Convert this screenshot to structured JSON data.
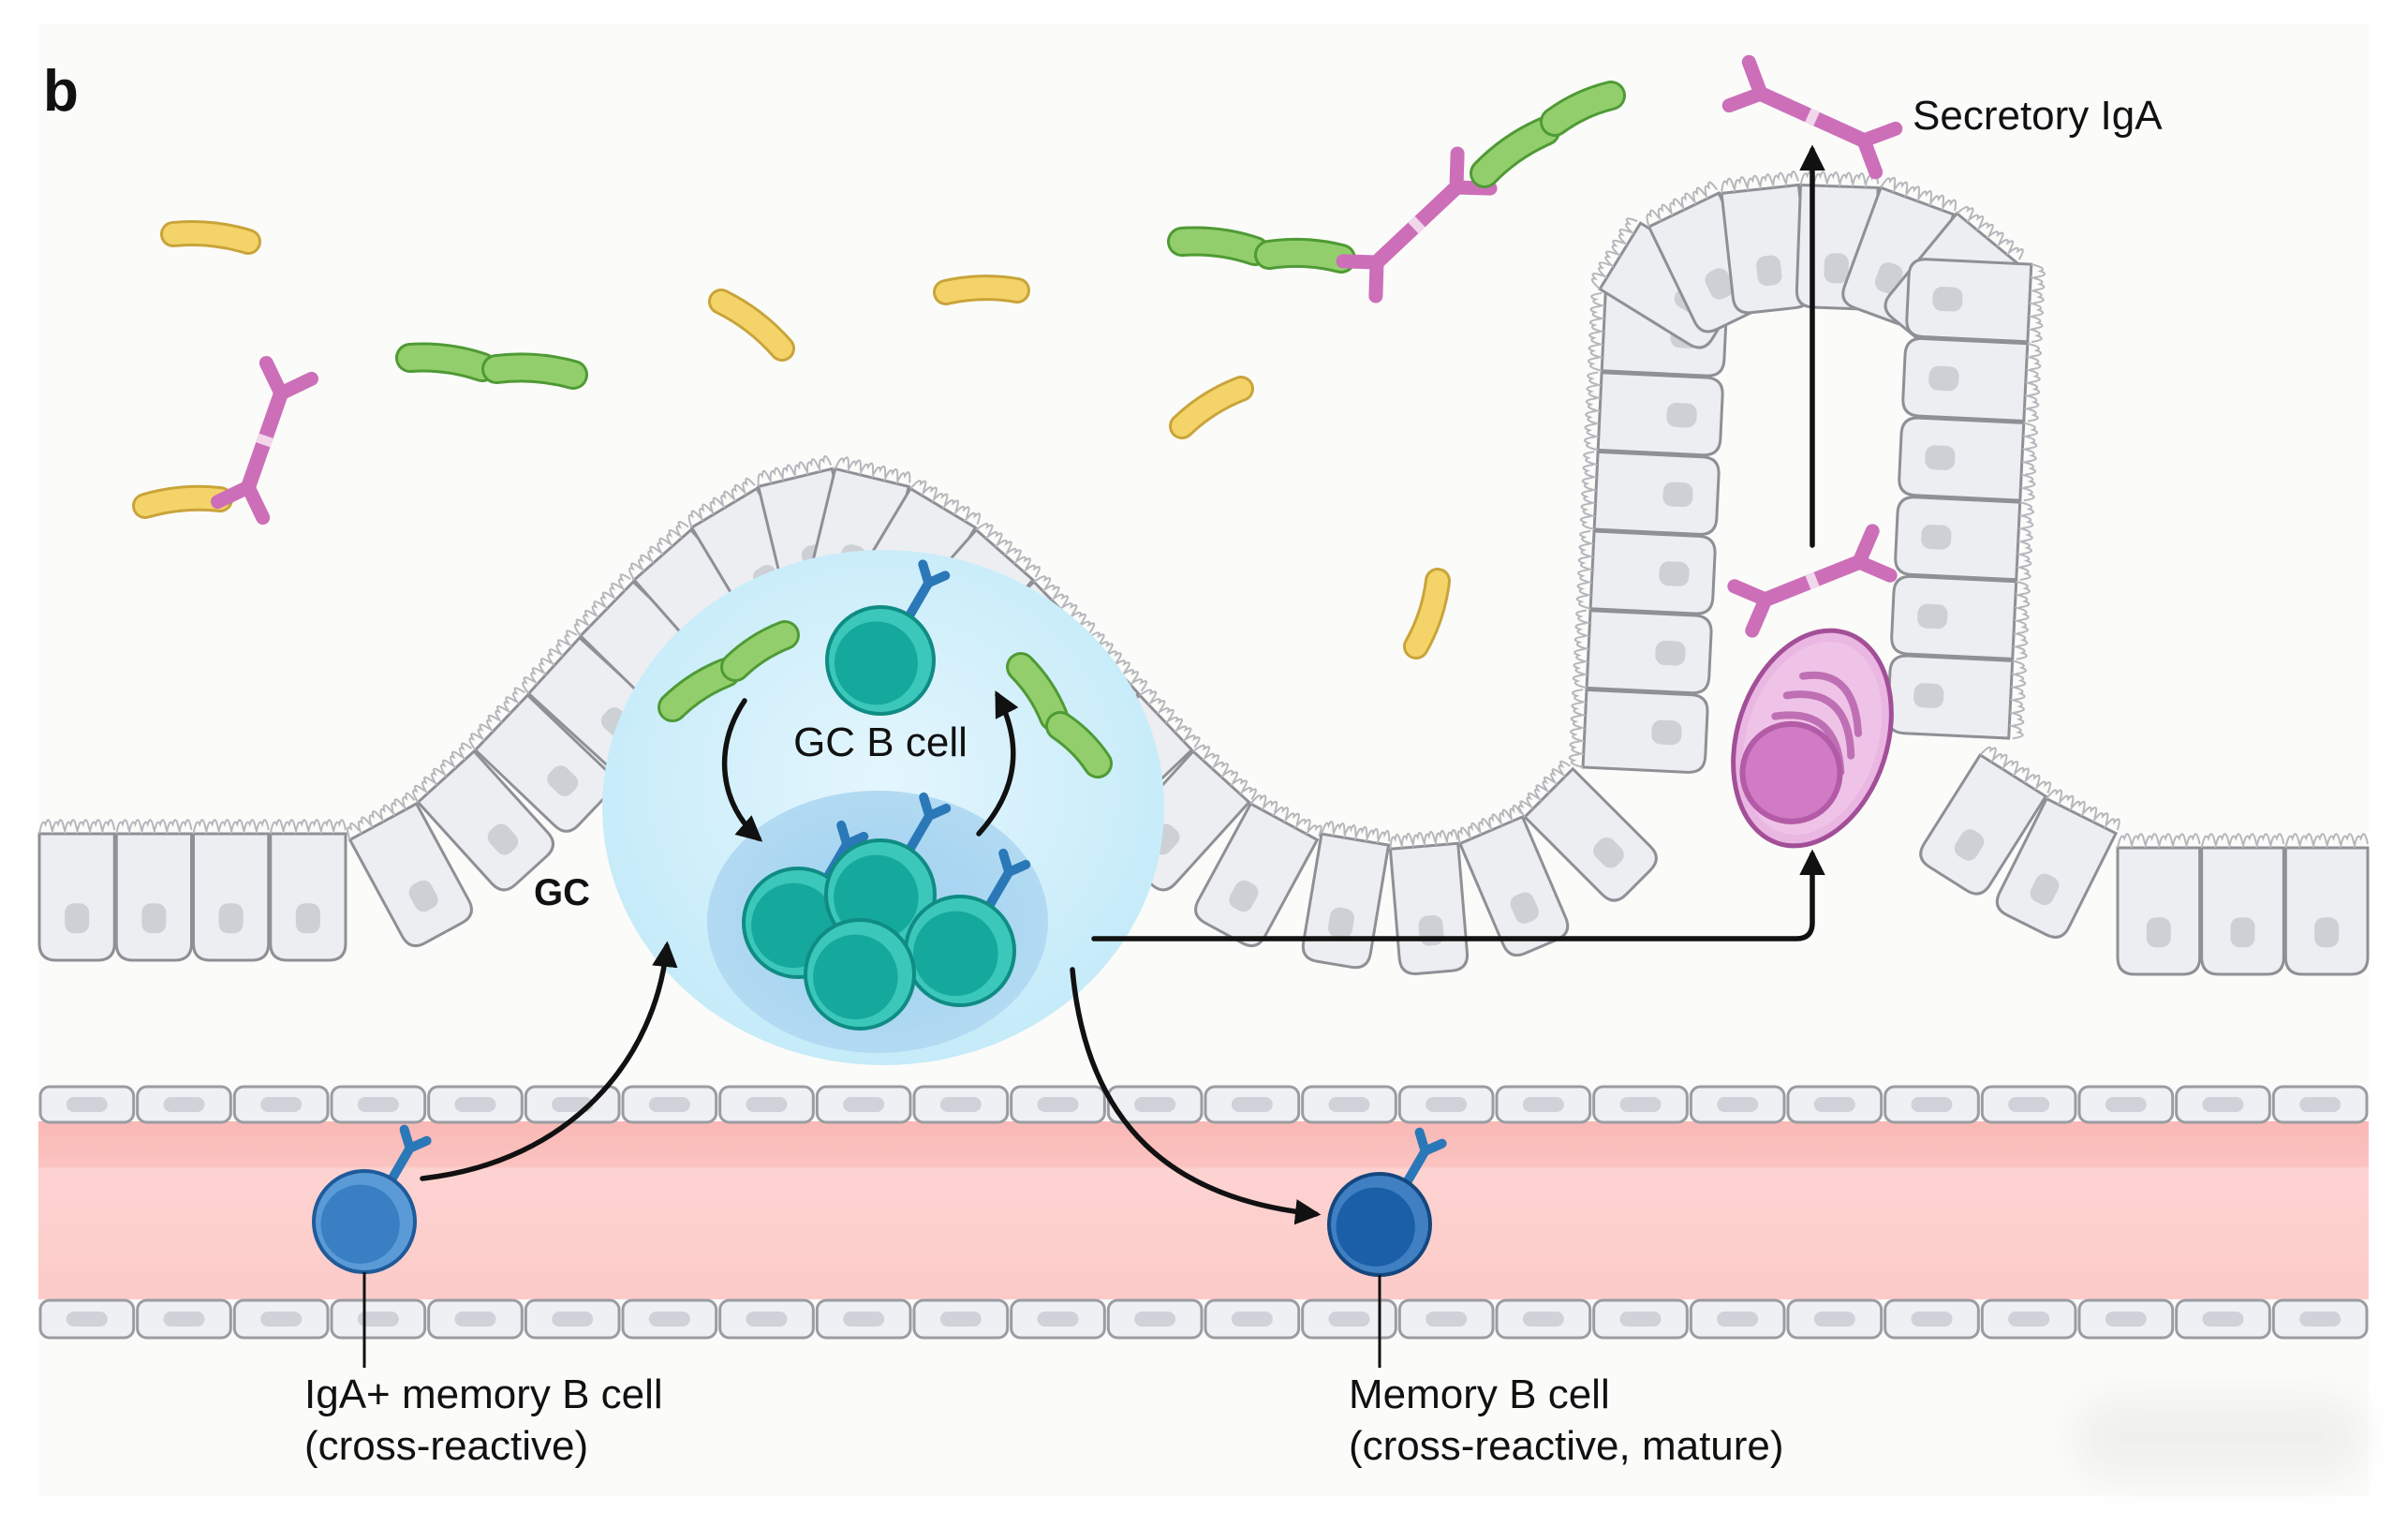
{
  "figure": {
    "panel_label": "b",
    "description": "Mucosal germinal center producing cross-reactive B cells, plasma cells secreting IgA into the lumen, and memory B cells entering circulation",
    "colors": {
      "background": "#fbfbf9",
      "epithelium_fill": "#eceef2",
      "epithelium_stroke": "#8e9096",
      "nucleus": "#cdd0d5",
      "gc_outer": "#cdeefa",
      "gc_inner": "#a6d4f0",
      "gc_b_cell": "#1bb3a6",
      "gc_b_cell_dark": "#0f9c92",
      "receptor": "#2b78b8",
      "memory_b_cell": "#1a5fa8",
      "iga_memory_b_cell": "#3a7fc4",
      "plasma_cell": "#d58ccc",
      "iga": "#cc6fb8",
      "bacteria_yellow": "#f2cf5e",
      "bacteria_green": "#86c55f",
      "vessel": "#fbc6c3",
      "arrow": "#111111"
    }
  },
  "labels": {
    "secretory_iga": "Secretory IgA",
    "gc": "GC",
    "gc_b_cell": "GC B cell",
    "iga_memory_line1": "IgA+ memory B cell",
    "iga_memory_line2": "(cross-reactive)",
    "memory_line1": "Memory B cell",
    "memory_line2": "(cross-reactive, mature)"
  },
  "structures": [
    {
      "name": "lumen-bacteria",
      "kinds": [
        "yellow rod",
        "green diplobacillus",
        "IgA-coated bacteria"
      ]
    },
    {
      "name": "follicle-associated-epithelium",
      "shape": "dome"
    },
    {
      "name": "villus",
      "shape": "finger"
    },
    {
      "name": "germinal-center",
      "zones": [
        "light zone",
        "dark zone"
      ]
    },
    {
      "name": "plasma-cell"
    },
    {
      "name": "blood-vessel"
    }
  ],
  "flows": [
    {
      "from": "IgA+ memory B cell",
      "to": "GC"
    },
    {
      "from": "GC",
      "to": "plasma cell"
    },
    {
      "from": "plasma cell",
      "to": "Secretory IgA"
    },
    {
      "from": "GC",
      "to": "Memory B cell"
    },
    {
      "from": "GC B cell",
      "to": "GC dark zone",
      "type": "cycle"
    }
  ]
}
